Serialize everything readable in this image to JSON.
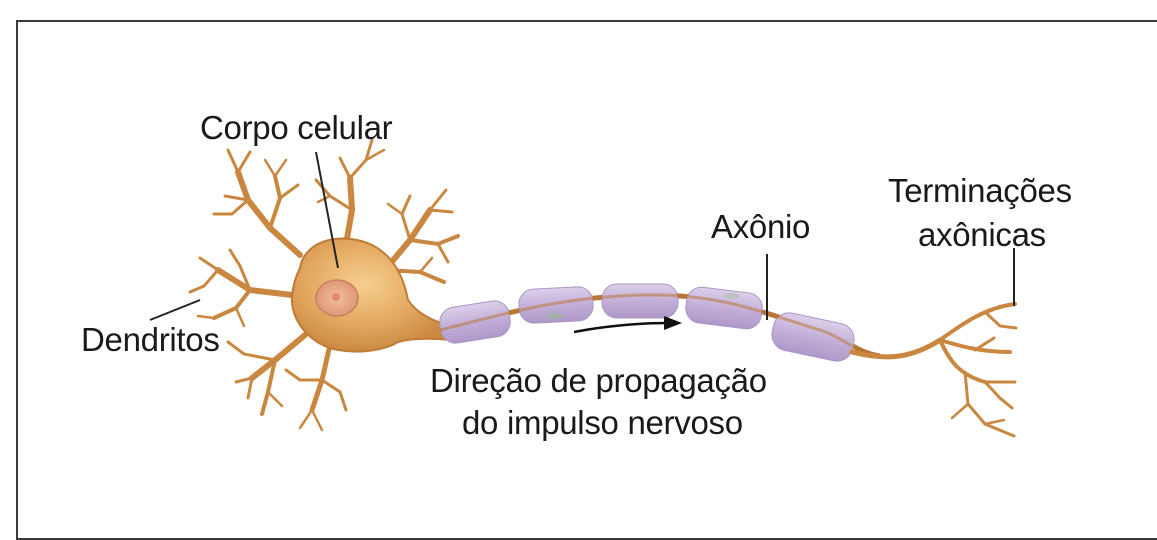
{
  "labels": {
    "cell_body": "Corpo celular",
    "dendrites": "Dendritos",
    "axon": "Axônio",
    "axon_terminals_line1": "Terminações",
    "axon_terminals_line2": "axônicas",
    "direction_line1": "Direção de propagação",
    "direction_line2": "do impulso nervoso"
  },
  "colors": {
    "neuron": "#c9873f",
    "soma_center": "#f3c37d",
    "nucleus": "#e7a07f",
    "myelin": "#c6b3dc",
    "leader_line": "#222222"
  }
}
